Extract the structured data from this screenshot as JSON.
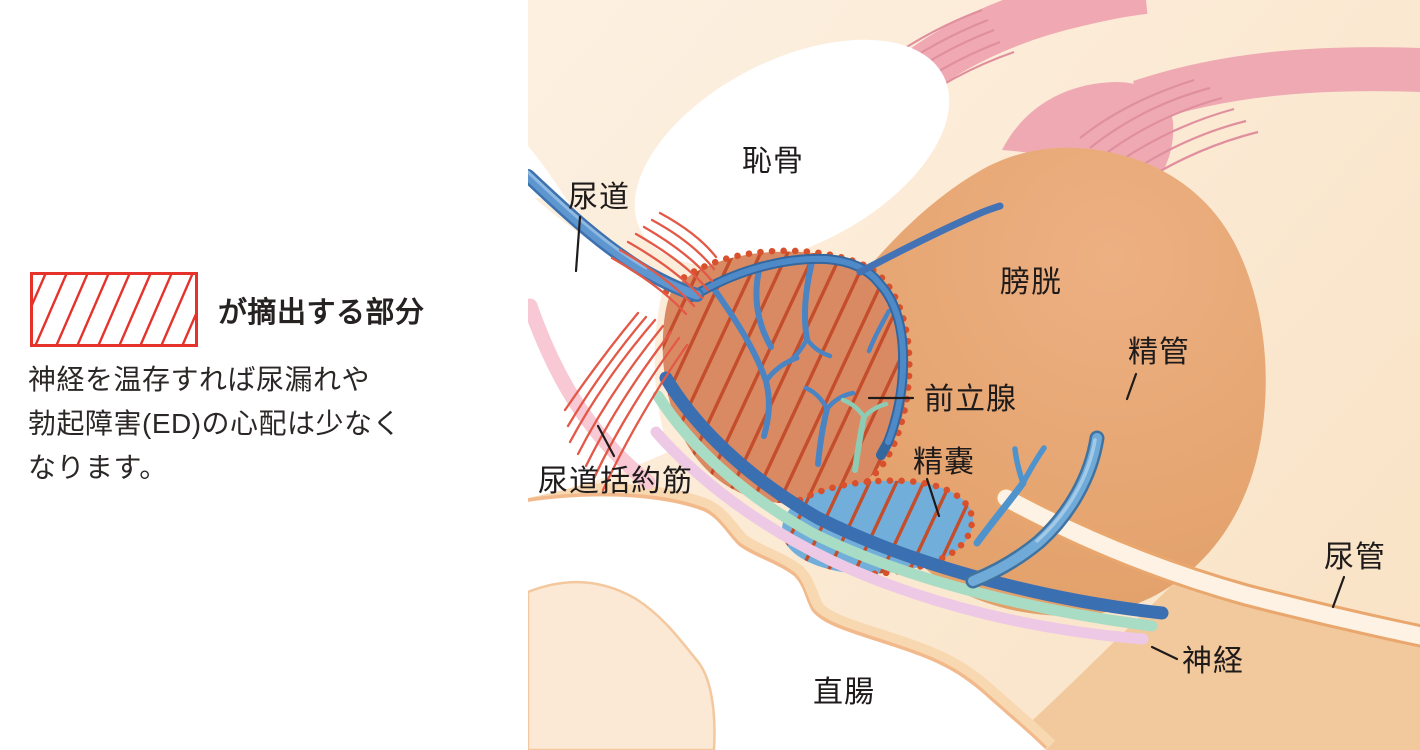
{
  "left_panel": {
    "legend_label": "が摘出する部分",
    "description_lines": [
      "神経を温存すれば尿漏れや",
      "勃起障害(ED)の心配は少なく",
      "なります。"
    ]
  },
  "diagram_labels": {
    "urethra": "尿道",
    "pubic_bone": "恥骨",
    "bladder": "膀胱",
    "vas_deferens": "精管",
    "prostate": "前立腺",
    "seminal_vesicle": "精嚢",
    "urethral_sphincter": "尿道括約筋",
    "ureter": "尿管",
    "nerve": "神経",
    "rectum": "直腸"
  },
  "colors": {
    "excision_red": "#e5332c",
    "hatch_red": "#c44e2b",
    "dotted_border_red": "#d8512c",
    "background_cream": "#fbe8d2",
    "bladder_orange": "#e7a572",
    "prostate_orange": "#da8a63",
    "seminal_vesicle_blue": "#72aeda",
    "vessel_blue": "#4f8ac8",
    "nerve_mint": "#a9dcc4",
    "nerve_pink": "#eec9e5",
    "ligament_pink": "#f0a8b2",
    "sphincter_red": "#e35846",
    "label_text": "#1f1b1b"
  }
}
